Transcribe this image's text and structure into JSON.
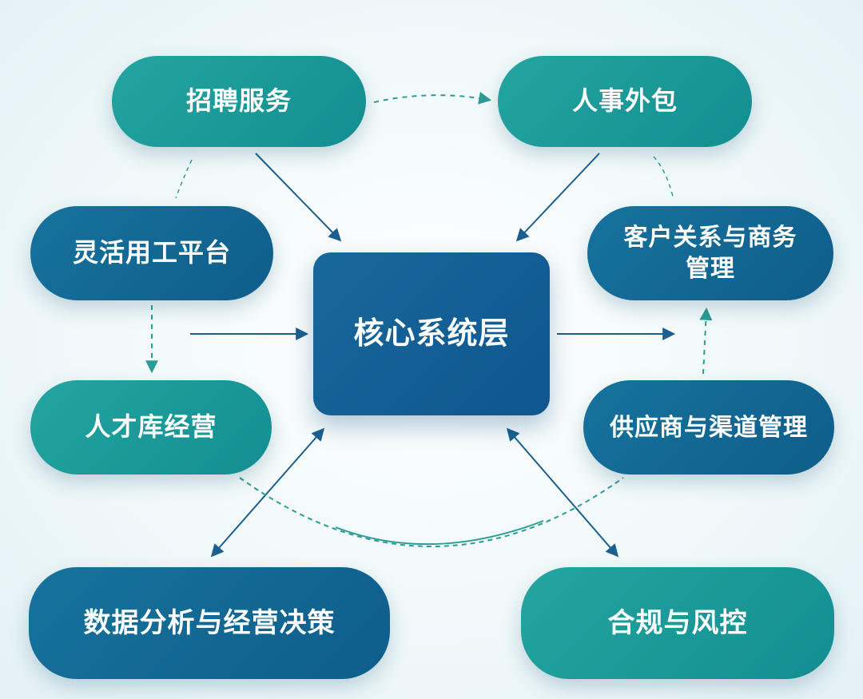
{
  "nodes": {
    "core": "核心系统层",
    "recruitment": "招聘服务",
    "hr_outsourcing": "人事外包",
    "flexible_work": "灵活用工平台",
    "crm": "客户关系与商务\n管理",
    "talent_pool": "人才库经营",
    "supplier": "供应商与渠道管理",
    "data_analysis": "数据分析与经营决策",
    "compliance": "合规与风控"
  },
  "colors": {
    "teal": "#1a9c9a",
    "blue": "#12679a",
    "core": "#125f93",
    "arrow_blue": "#1a5f8e",
    "arrow_teal": "#2a9d94"
  }
}
